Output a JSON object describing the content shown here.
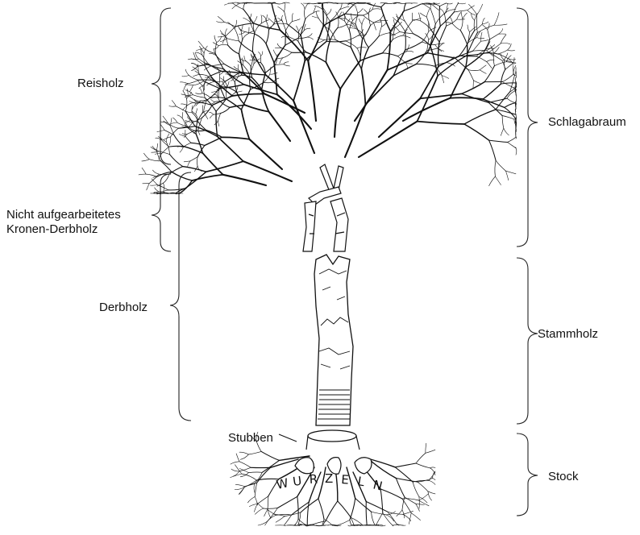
{
  "labels": {
    "reisholz": "Reisholz",
    "krone_line1": "Nicht aufgearbeitetes",
    "krone_line2": "Kronen-Derbholz",
    "derbholz": "Derbholz",
    "schlagabraum": "Schlagabraum",
    "stammholz": "Stammholz",
    "stock": "Stock",
    "stubben": "Stubben"
  },
  "roots_word": [
    "W",
    "U",
    "R",
    "Z",
    "E",
    "L",
    "N"
  ]
}
